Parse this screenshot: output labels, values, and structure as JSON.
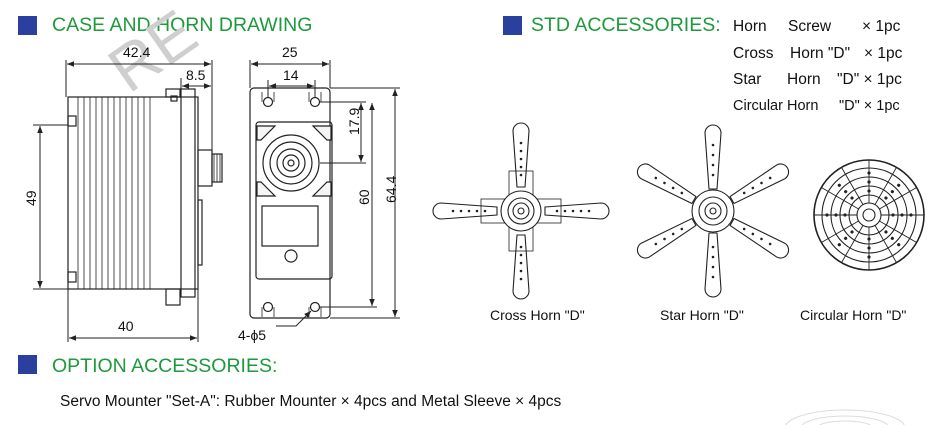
{
  "sections": {
    "case_drawing_title": "CASE AND HORN DRAWING",
    "std_accessories_title": "STD ACCESSORIES:",
    "option_accessories_title": "OPTION ACCESSORIES:"
  },
  "std_accessories": [
    [
      "Horn",
      "Screw",
      "× 1pc"
    ],
    [
      "Cross",
      "Horn \"D\"",
      "× 1pc"
    ],
    [
      "Star",
      "Horn",
      "\"D\" × 1pc"
    ],
    [
      "Circular Horn",
      "\"D\" × 1pc",
      ""
    ]
  ],
  "dimensions": {
    "depth": "42.4",
    "flange_offset": "8.5",
    "height": "49",
    "body_depth": "40",
    "width": "25",
    "hole_spacing": "14",
    "shaft_offset": "17.9",
    "mount_spacing": "60",
    "overall_height": "64.4",
    "hole_dia": "4-ϕ5"
  },
  "horn_captions": {
    "cross": "Cross  Horn  \"D\"",
    "star": "Star  Horn \"D\"",
    "circular": "Circular  Horn \"D\""
  },
  "option_text": "Servo Mounter \"Set-A\":  Rubber Mounter × 4pcs and Metal Sleeve × 4pcs",
  "watermark": "RE",
  "colors": {
    "heading": "#1e9a3c",
    "bullet": "#2b3f9e",
    "line": "#222222"
  }
}
